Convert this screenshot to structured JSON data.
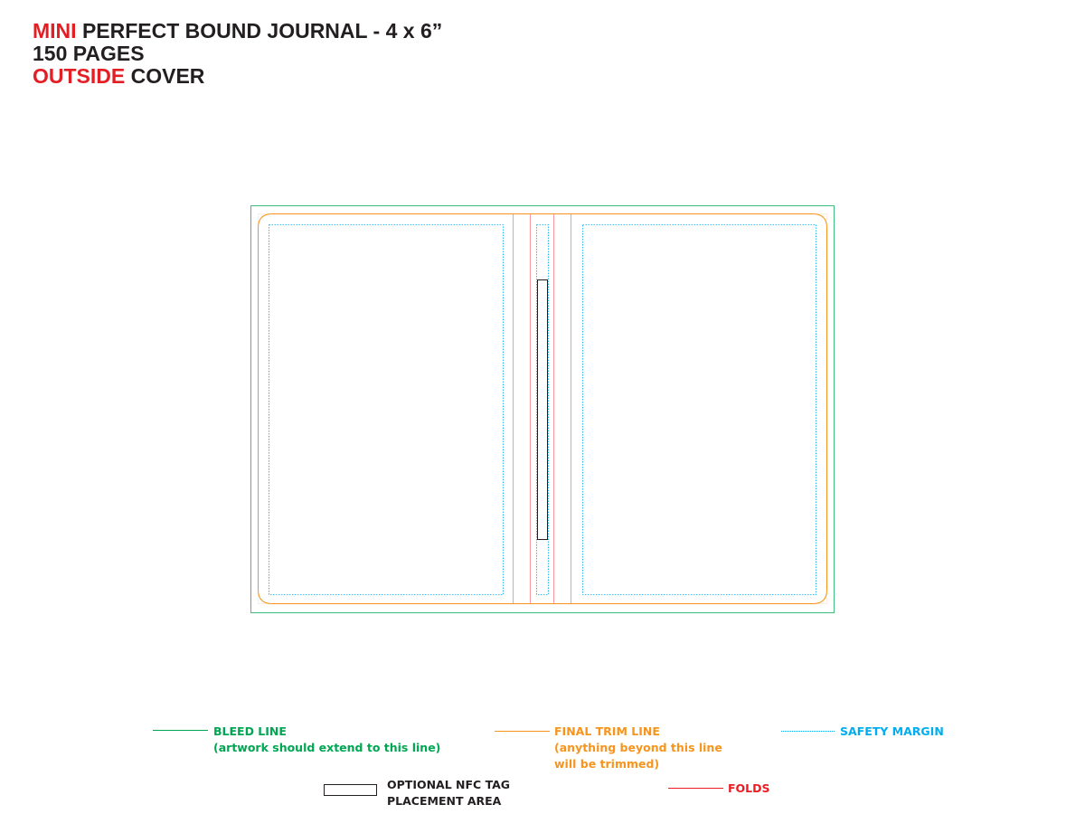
{
  "title": {
    "line1_accent": "MINI",
    "line1_rest": " PERFECT BOUND JOURNAL - 4 x 6”",
    "line2": "150 PAGES",
    "line3_accent": "OUTSIDE",
    "line3_rest": " COVER"
  },
  "colors": {
    "title_text": "#231f20",
    "accent_red": "#e31e24",
    "bleed": "#00a651",
    "trim": "#f7941d",
    "safety": "#00aeef",
    "folds": "#ed1c24",
    "nfc": "#231f20"
  },
  "legend": {
    "bleed": {
      "label": "BLEED LINE",
      "sub": "(artwork should extend to this line)"
    },
    "trim": {
      "label": "FINAL TRIM LINE",
      "sub1": "(anything beyond this line",
      "sub2": "will be trimmed)"
    },
    "safety": {
      "label": "SAFETY MARGIN"
    },
    "nfc": {
      "label1": "OPTIONAL NFC TAG",
      "label2": "PLACEMENT AREA"
    },
    "folds": {
      "label": "FOLDS"
    }
  }
}
